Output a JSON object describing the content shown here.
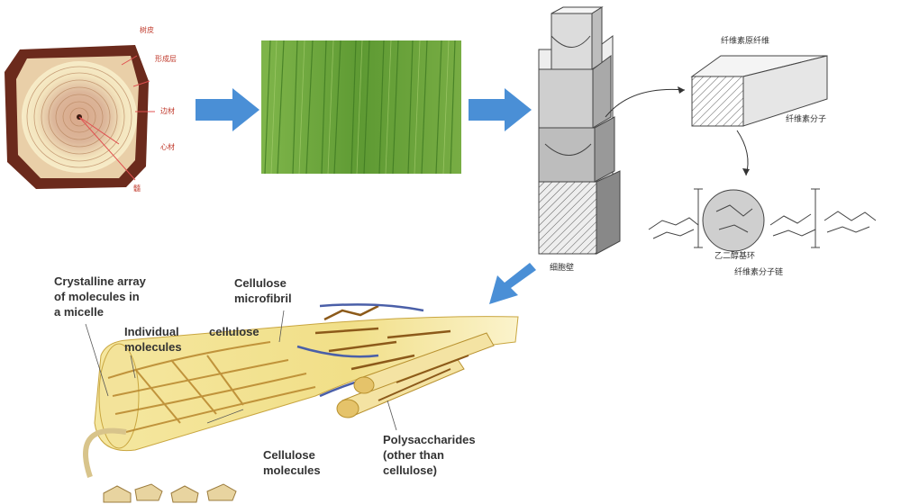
{
  "trunk_labels": [
    "树皮",
    "形成层",
    "边材",
    "心材",
    "髓"
  ],
  "block_labels": {
    "fiber_bundle": "纤维素原纤维",
    "cellulose_molecule": "纤维素分子",
    "wall": "细胞壁",
    "glucose_unit": "乙二醇基环",
    "molecular_chain": "纤维素分子链"
  },
  "micro_labels": {
    "crystalline_1": "Crystalline array",
    "crystalline_2": "of molecules in",
    "crystalline_3": "a micelle",
    "microfibril_1": "Cellulose",
    "microfibril_2": "microfibril",
    "individual_1": "Individual",
    "individual_2": "molecules",
    "cellulose_word": "cellulose",
    "molecules_1": "Cellulose",
    "molecules_2": "molecules",
    "poly_1": "Polysaccharides",
    "poly_2": "(other than",
    "poly_3": "cellulose)"
  },
  "colors": {
    "arrow": "#4a8fd6",
    "bark": "#6b2a1c",
    "fiber_green": "#6ea63a",
    "micro_yellow": "#f1e08a",
    "label_red": "#c0392b"
  }
}
